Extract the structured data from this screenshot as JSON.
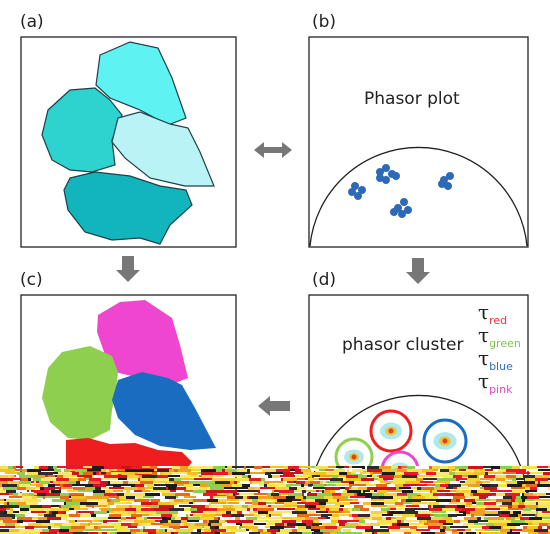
{
  "panels": {
    "a": {
      "label": "(a)"
    },
    "b": {
      "label": "(b)",
      "title": "Phasor plot"
    },
    "c": {
      "label": "(c)"
    },
    "d": {
      "label": "(d)",
      "title": "phasor cluster"
    }
  },
  "legend": [
    {
      "symbol": "τ",
      "sub": "red",
      "color": "#e8313a"
    },
    {
      "symbol": "τ",
      "sub": "green",
      "color": "#7cc24a"
    },
    {
      "symbol": "τ",
      "sub": "blue",
      "color": "#2f6fc1"
    },
    {
      "symbol": "τ",
      "sub": "pink",
      "color": "#e845c8"
    }
  ],
  "colors": {
    "teal1": "#5ef2f2",
    "teal2": "#2ed3d0",
    "teal3": "#b9f3f5",
    "teal4": "#13b5bd",
    "red": "#ef1d1d",
    "green": "#8fcf4f",
    "blue": "#1a6cc1",
    "pink": "#ef46cf",
    "dot": "#2c6ab8",
    "arrow": "#777777"
  }
}
